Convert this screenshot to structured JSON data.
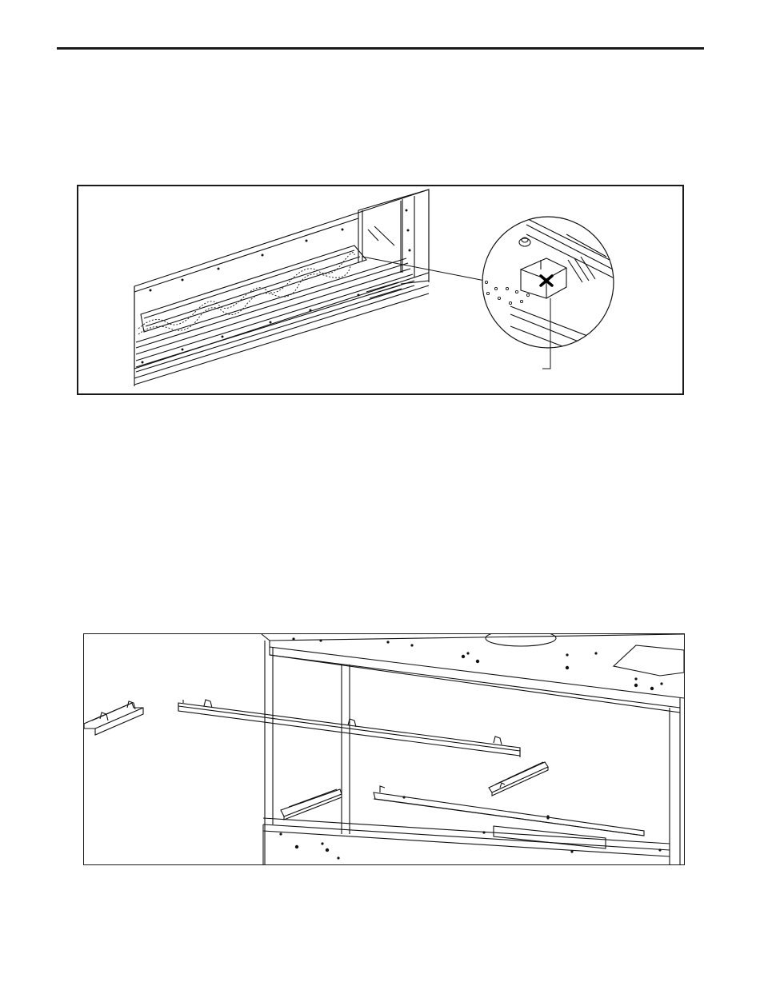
{
  "page": {
    "header_rule": "horizontal-rule"
  },
  "figures": [
    {
      "id": "fig1",
      "description_icon": "burner-tray-detail-illustration"
    },
    {
      "id": "fig2",
      "description_icon": "firebox-bracket-assembly-illustration"
    }
  ]
}
